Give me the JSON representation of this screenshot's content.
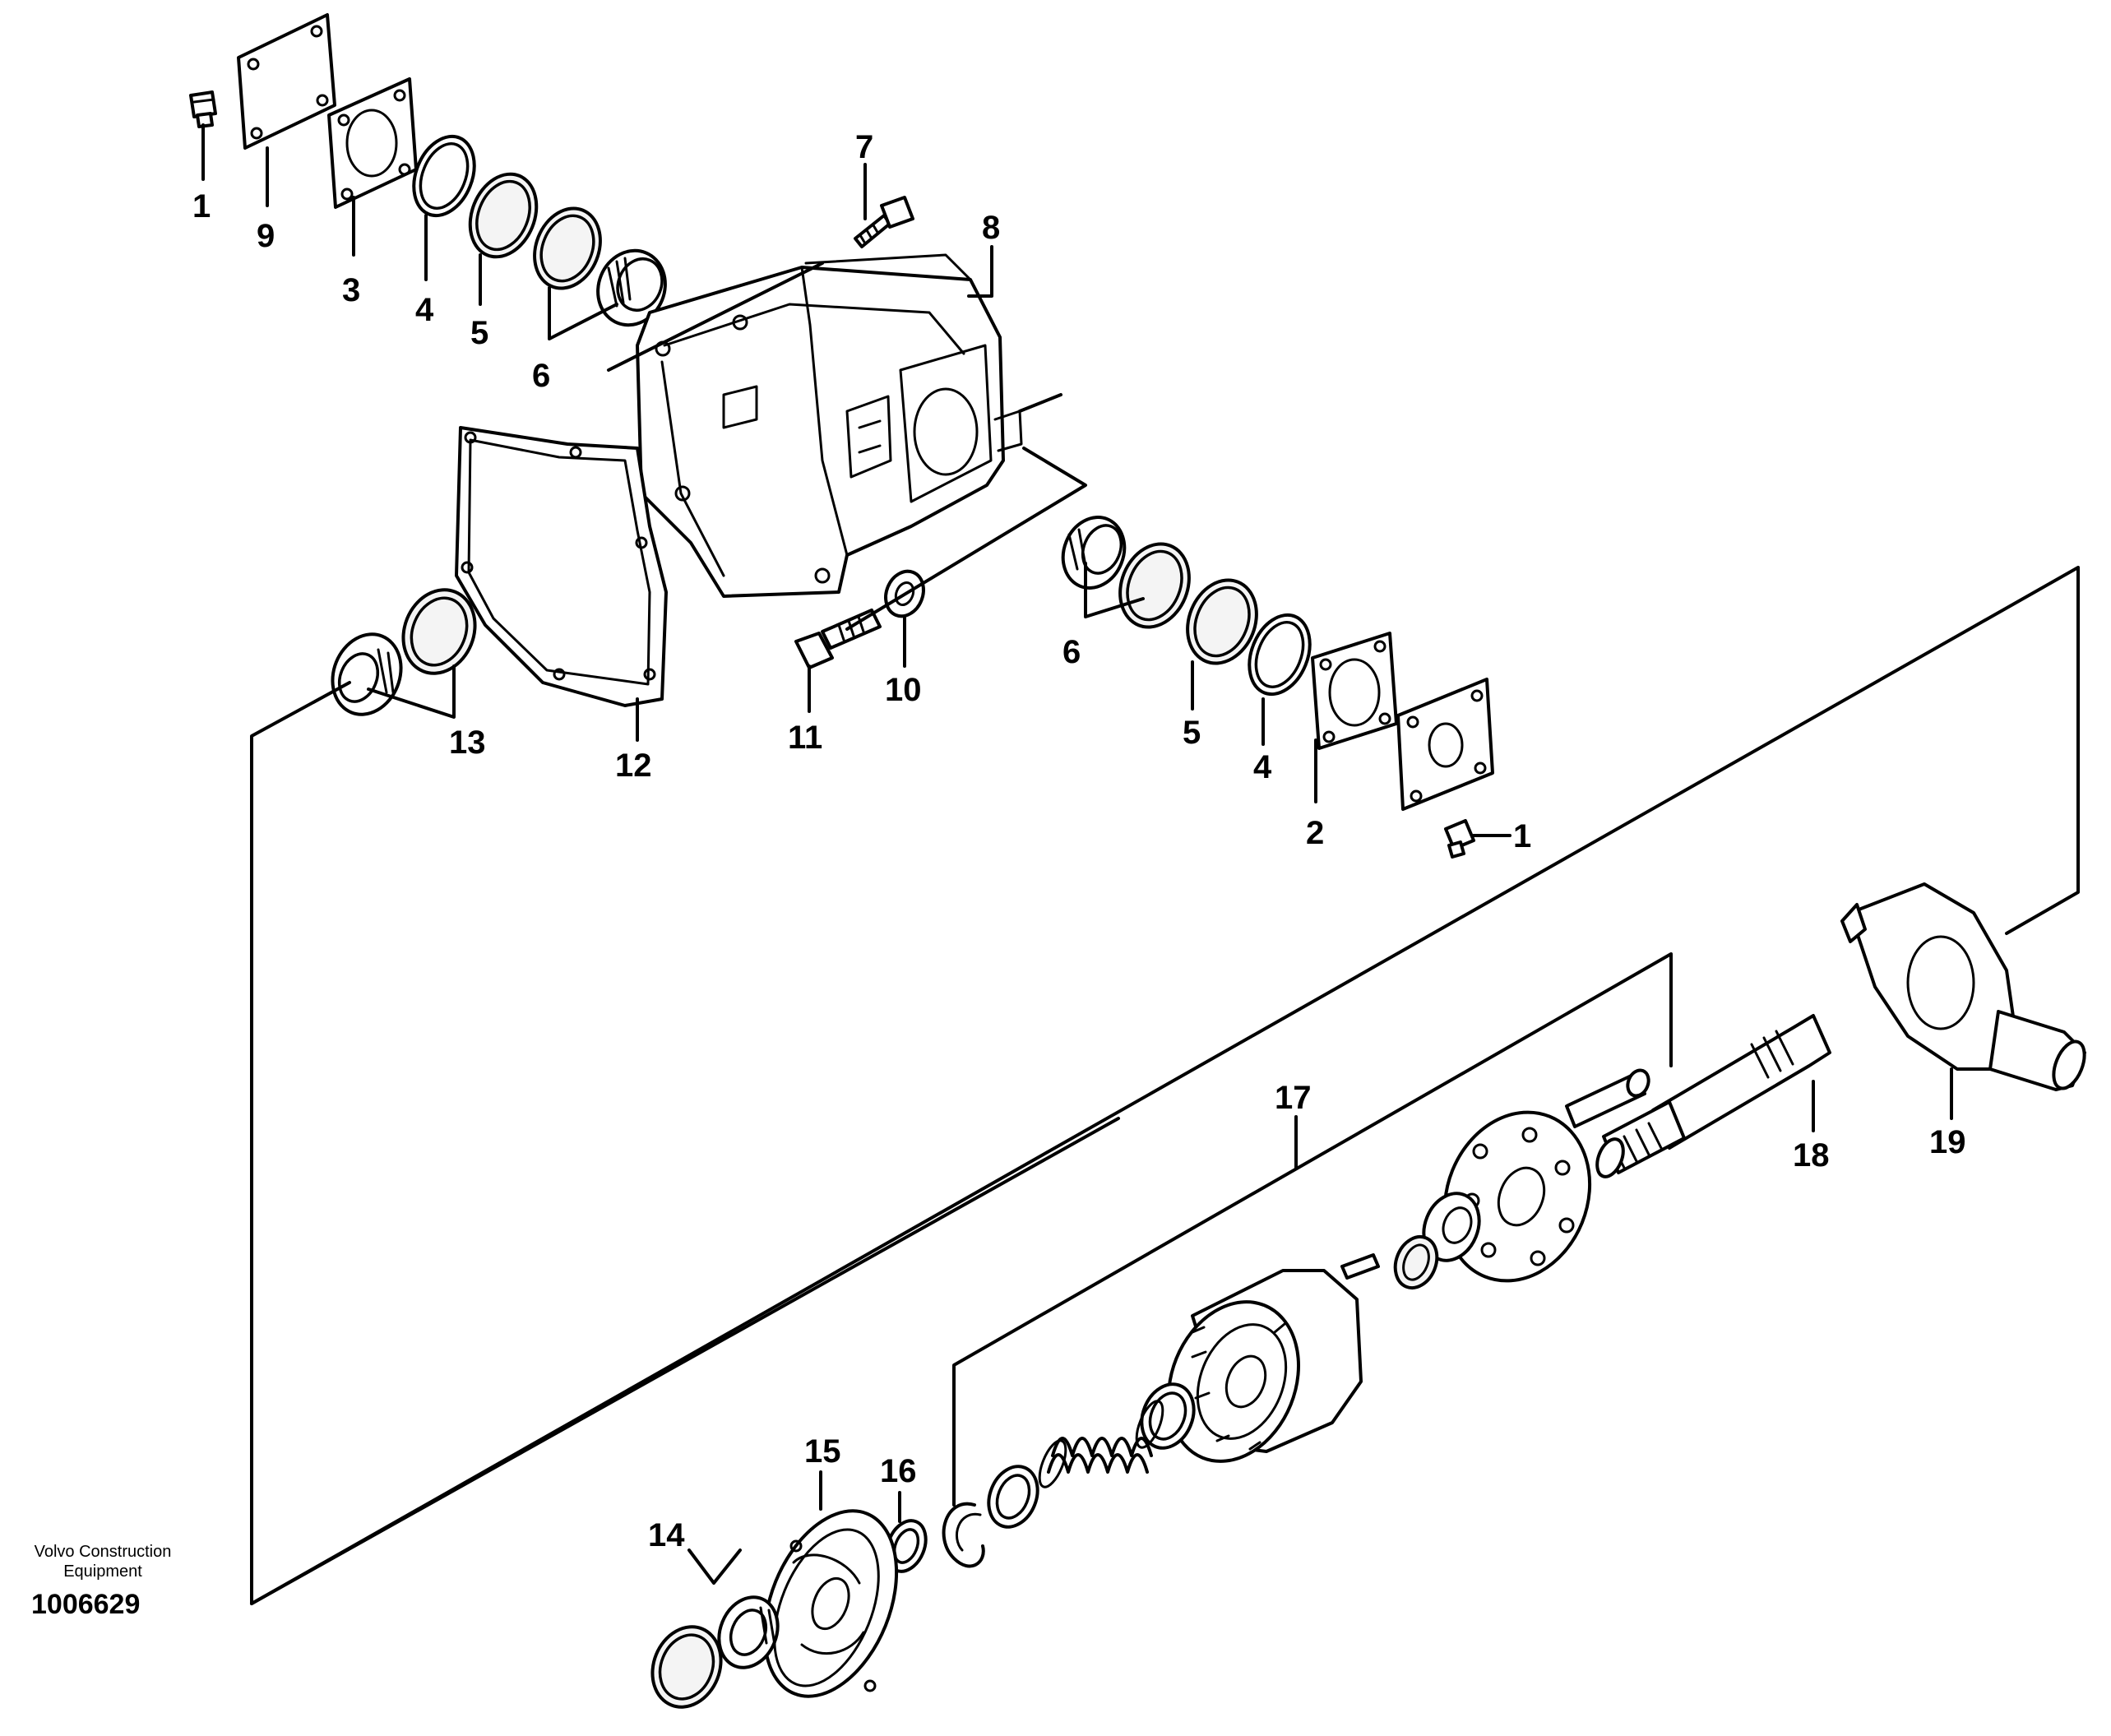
{
  "publisher": {
    "line1": "Volvo Construction",
    "line2": "Equipment"
  },
  "document_number": "1006629",
  "callouts": {
    "c1a": "1",
    "c9": "9",
    "c3a": "3",
    "c4a": "4",
    "c5a": "5",
    "c6a": "6",
    "c7": "7",
    "c8": "8",
    "c6b": "6",
    "c5b": "5",
    "c4b": "4",
    "c2": "2",
    "c1b": "1",
    "c10": "10",
    "c11": "11",
    "c12": "12",
    "c13": "13",
    "c17": "17",
    "c18": "18",
    "c19": "19",
    "c15": "15",
    "c16": "16",
    "c14": "14"
  }
}
